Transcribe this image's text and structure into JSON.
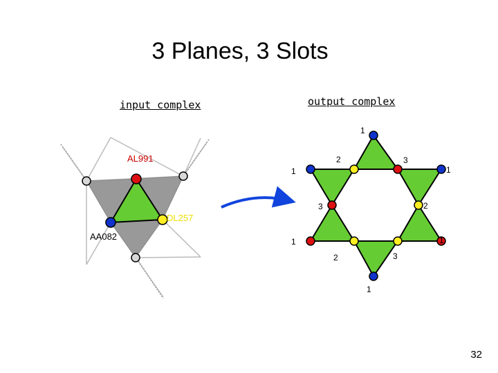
{
  "slide": {
    "title": "3 Planes, 3 Slots",
    "page_number": "32"
  },
  "input_complex": {
    "caption": "input complex",
    "labels": {
      "top": "AL991",
      "left": "AA082",
      "right": "DL257"
    }
  },
  "output_complex": {
    "caption": "output complex",
    "numbers": {
      "n_top": "1",
      "n_2_upper": "2",
      "n_3_upper": "3",
      "n_1_upper_left": "1",
      "n_1_upper_right": "1",
      "n_3_mid": "3",
      "n_2_mid": "2",
      "n_1_lower_left": "1",
      "n_1_lower_right": "1",
      "n_2_lower": "2",
      "n_3_lower": "3",
      "n_bottom": "1"
    }
  },
  "colors": {
    "green": "#66cc33",
    "gray_fill": "#999999",
    "light_gray": "#bbbbbb",
    "red": "#dd1111",
    "blue": "#1133cc",
    "yellow": "#ffee22",
    "label_red": "#cc0000",
    "label_yellow": "#eedd00",
    "arrow_blue": "#1144dd"
  }
}
